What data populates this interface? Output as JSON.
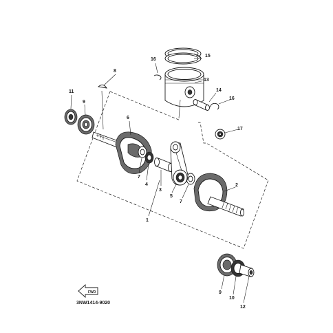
{
  "diagram": {
    "catalog_code": "3NW1414-9020",
    "fwd_arrow_label": "FWD",
    "callouts": {
      "c1": "1",
      "c2": "2",
      "c3": "3",
      "c4": "4",
      "c5": "5",
      "c6": "6",
      "c7a": "7",
      "c7b": "7",
      "c8": "8",
      "c9a": "9",
      "c9b": "9",
      "c10": "10",
      "c11": "11",
      "c12": "12",
      "c13": "13",
      "c14": "14",
      "c15": "15",
      "c16a": "16",
      "c16b": "16",
      "c17": "17"
    }
  }
}
